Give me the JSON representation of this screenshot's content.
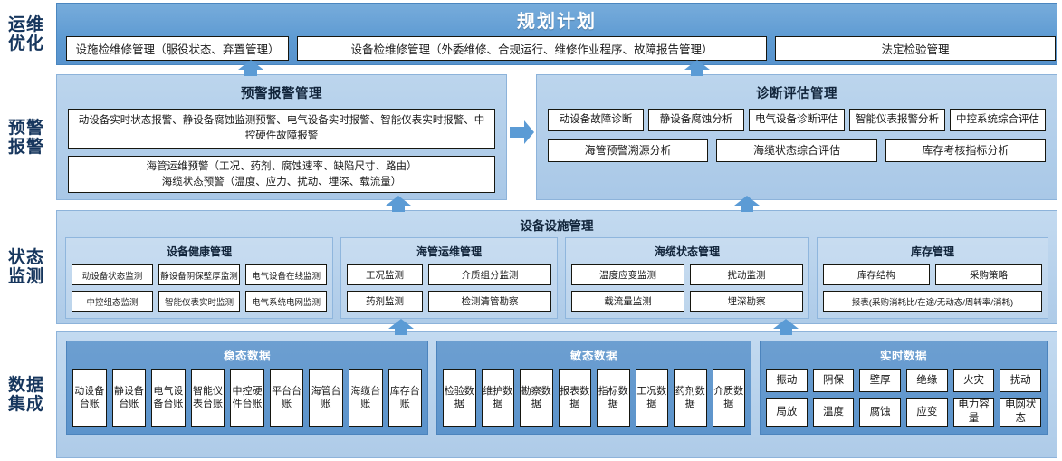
{
  "rail": {
    "items": [
      {
        "label": "运维优化"
      },
      {
        "label": "预警报警"
      },
      {
        "label": "状态监测"
      },
      {
        "label": "数据集成"
      }
    ]
  },
  "plan": {
    "title": "规划计划",
    "boxes": [
      "设施检维修管理（服役状态、弃置管理）",
      "设备检维修管理（外委维修、合规运行、维修作业程序、故障报告管理）",
      "法定检验管理"
    ]
  },
  "warning": {
    "title": "预警报警管理",
    "box1": "动设备实时状态报警、静设备腐蚀监测预警、电气设备实时报警、智能仪表实时报警、中控硬件故障报警",
    "box2": "海管运维预警（工况、药剂、腐蚀速率、缺陷尺寸、路由）\n海缆状态预警（温度、应力、扰动、埋深、载流量）"
  },
  "diagnosis": {
    "title": "诊断评估管理",
    "row1": [
      "动设备故障诊断",
      "静设备腐蚀分析",
      "电气设备诊断评估",
      "智能仪表报警分析",
      "中控系统综合评估"
    ],
    "row2": [
      "海管预警溯源分析",
      "海缆状态综合评估",
      "库存考核指标分析"
    ]
  },
  "equipment": {
    "title": "设备设施管理",
    "columns": [
      {
        "title": "设备健康管理",
        "rows": [
          [
            "动设备状态监测",
            "静设备阴保壁厚监测",
            "电气设备在线监测"
          ],
          [
            "中控组态监测",
            "智能仪表实时监测",
            "电气系统电网监测"
          ]
        ]
      },
      {
        "title": "海管运维管理",
        "rows": [
          [
            "工况监测",
            "介质组分监测"
          ],
          [
            "药剂监测",
            "检测清管勘察"
          ]
        ]
      },
      {
        "title": "海缆状态管理",
        "rows": [
          [
            "温度应变监测",
            "扰动监测"
          ],
          [
            "载流量监测",
            "埋深勘察"
          ]
        ]
      },
      {
        "title": "库存管理",
        "rows": [
          [
            "库存结构",
            "采购策略"
          ],
          [
            "报表(采购消耗比/在途/无动态/周转率/消耗)"
          ]
        ]
      }
    ]
  },
  "data_integration": {
    "columns": [
      {
        "title": "稳态数据",
        "rows": [
          [
            "动设备台账",
            "静设备台账",
            "电气设备台账",
            "智能仪表台账",
            "中控硬件台账",
            "平台台账",
            "海管台账",
            "海缆台账",
            "库存台账"
          ]
        ]
      },
      {
        "title": "敏态数据",
        "rows": [
          [
            "检验数据",
            "维护数据",
            "勘察数据",
            "报表数据",
            "指标数据",
            "工况数据",
            "药剂数据",
            "介质数据"
          ]
        ]
      },
      {
        "title": "实时数据",
        "rows": [
          [
            "振动",
            "阴保",
            "壁厚",
            "绝缘",
            "火灾",
            "扰动"
          ],
          [
            "局放",
            "温度",
            "腐蚀",
            "应变",
            "电力容量",
            "电网状态"
          ]
        ]
      }
    ]
  },
  "colors": {
    "header_blue": "#5d9ad2",
    "panel_blue": "#b2cde9",
    "data_blue": "#5b93cb",
    "arrow_blue": "#5b9bd5",
    "rail_text": "#16365d"
  }
}
